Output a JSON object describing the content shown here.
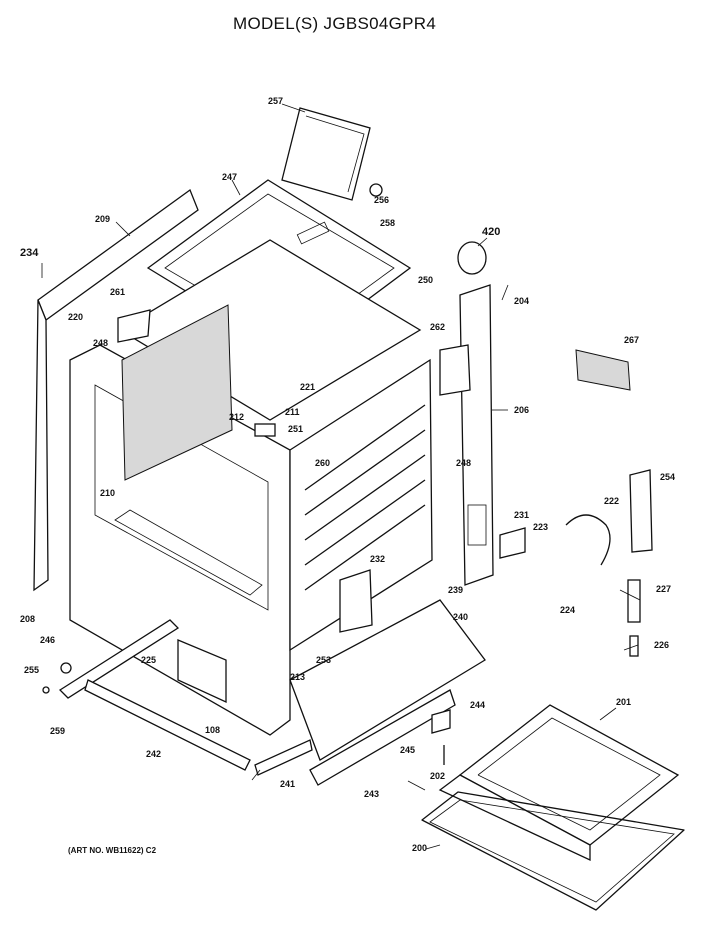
{
  "header": {
    "title": "MODEL(S) JGBS04GPR4"
  },
  "footer": {
    "art_number": "(ART NO. WB11622) C2"
  },
  "parts": [
    {
      "label": "257"
    },
    {
      "label": "247"
    },
    {
      "label": "256"
    },
    {
      "label": "258"
    },
    {
      "label": "209"
    },
    {
      "label": "420"
    },
    {
      "label": "234"
    },
    {
      "label": "250"
    },
    {
      "label": "204"
    },
    {
      "label": "261"
    },
    {
      "label": "220"
    },
    {
      "label": "262"
    },
    {
      "label": "267"
    },
    {
      "label": "248"
    },
    {
      "label": "221"
    },
    {
      "label": "206"
    },
    {
      "label": "211"
    },
    {
      "label": "212"
    },
    {
      "label": "251"
    },
    {
      "label": "260"
    },
    {
      "label": "248"
    },
    {
      "label": "254"
    },
    {
      "label": "210"
    },
    {
      "label": "222"
    },
    {
      "label": "231"
    },
    {
      "label": "223"
    },
    {
      "label": "232"
    },
    {
      "label": "239"
    },
    {
      "label": "227"
    },
    {
      "label": "224"
    },
    {
      "label": "208"
    },
    {
      "label": "240"
    },
    {
      "label": "246"
    },
    {
      "label": "226"
    },
    {
      "label": "225"
    },
    {
      "label": "253"
    },
    {
      "label": "255"
    },
    {
      "label": "213"
    },
    {
      "label": "201"
    },
    {
      "label": "244"
    },
    {
      "label": "259"
    },
    {
      "label": "108"
    },
    {
      "label": "245"
    },
    {
      "label": "242"
    },
    {
      "label": "202"
    },
    {
      "label": "241"
    },
    {
      "label": "243"
    },
    {
      "label": "200"
    }
  ]
}
